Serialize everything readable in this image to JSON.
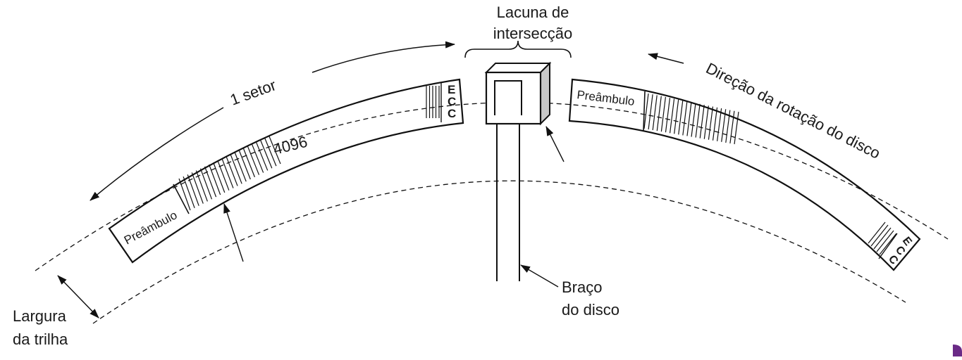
{
  "labels": {
    "intersector_gap_line1": "Lacuna de",
    "intersector_gap_line2": "intersecção",
    "sector": "1 setor",
    "rotation": "Direção da rotação do disco",
    "preamble_left": "Preâmbulo",
    "preamble_right": "Preâmbulo",
    "data_bits": "4096",
    "ecc_left": [
      "E",
      "C",
      "C"
    ],
    "ecc_right": [
      "E",
      "C",
      "C"
    ],
    "arm_line1": "Braço",
    "arm_line2": "do disco",
    "track_width_line1": "Largura",
    "track_width_line2": "da trilha"
  },
  "colors": {
    "line": "#111111",
    "head_side": "#c8c8c8",
    "corner_accent": "#6a2a86"
  }
}
